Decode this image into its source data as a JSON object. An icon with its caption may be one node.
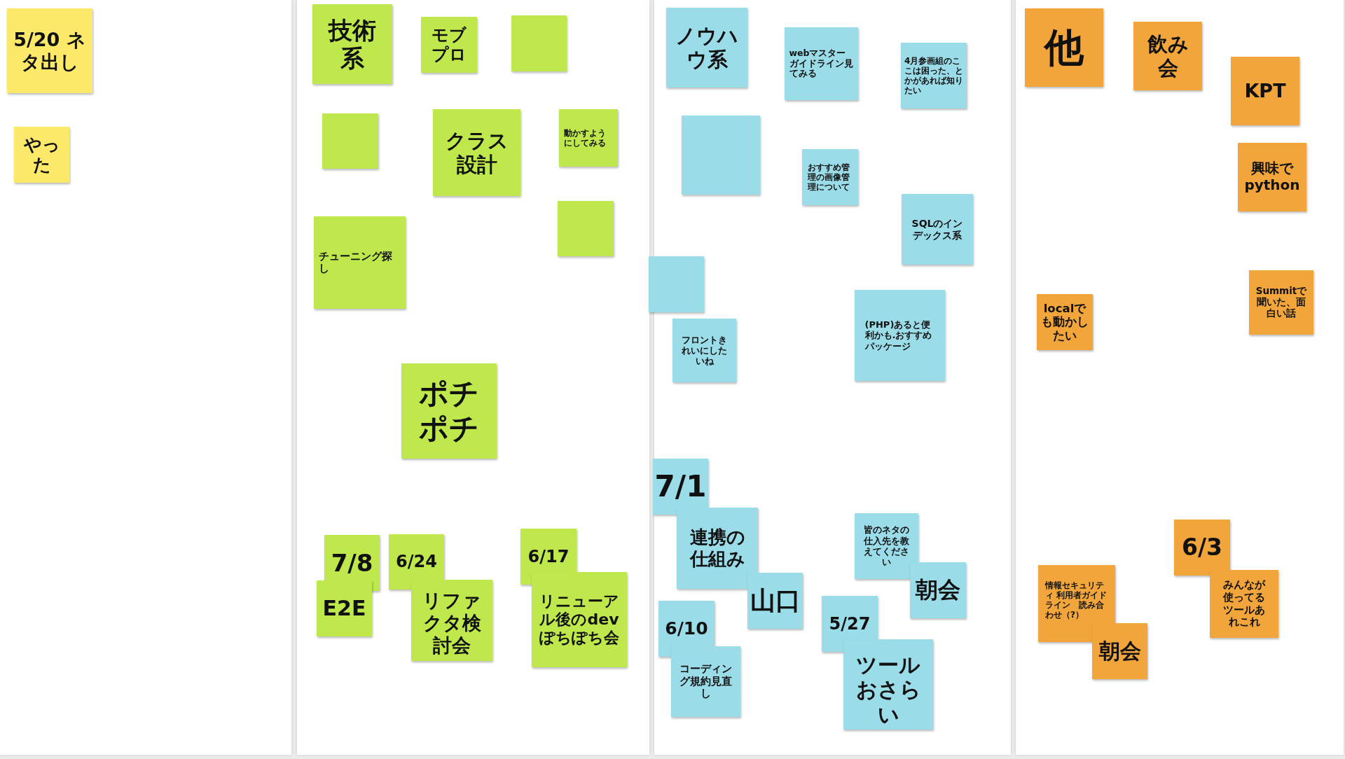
{
  "diagram": {
    "nodes": [
      {
        "text": [
          "5/20 ネタ出し"
        ]
      },
      {
        "text": [
          "やった"
        ]
      },
      {
        "text": [
          "技術系"
        ]
      },
      {
        "text": [
          "モブプロ"
        ]
      },
      {
        "text": [],
        "shape": "box"
      },
      {
        "text": [],
        "shape": "box"
      },
      {
        "text": [
          "クラス設計"
        ]
      },
      {
        "text": [
          "動かすようにしてみる"
        ]
      },
      {
        "text": [],
        "shape": "box"
      },
      {
        "text": [
          "チューニング探し"
        ]
      },
      {
        "text": [
          "ポチポチ"
        ]
      },
      {
        "text": [
          "7/8"
        ]
      },
      {
        "text": [
          "E2E"
        ]
      },
      {
        "text": [
          "6/24"
        ]
      },
      {
        "text": [
          "リファクタ検討会"
        ]
      },
      {
        "text": [
          "6/17"
        ]
      },
      {
        "text": [
          "リニューアル後のdevぽちぽち会"
        ]
      },
      {
        "text": [
          "ノウハウ系"
        ]
      },
      {
        "text": [
          "webマスターガイドライン見てみる"
        ]
      },
      {
        "text": [
          "4月参画組のここは困った、とかがあれば知りたい"
        ]
      },
      {
        "text": [],
        "shape": "box"
      },
      {
        "text": [
          "おすすめ管理の画像管理について"
        ]
      },
      {
        "text": [
          "SQLのインデックス系"
        ]
      },
      {
        "text": [],
        "shape": "box"
      },
      {
        "text": [
          "フロントきれいにしたいね"
        ]
      },
      {
        "text": [
          "(PHP)あると便利かも.おすすめパッケージ"
        ]
      },
      {
        "text": [
          "7/1"
        ]
      },
      {
        "text": [
          "連携の仕組み"
        ]
      },
      {
        "text": [
          "山口"
        ]
      },
      {
        "text": [
          "6/10"
        ]
      },
      {
        "text": [
          "コーディング規約見直し"
        ]
      },
      {
        "text": [
          "皆のネタの仕入先を教えてください"
        ]
      },
      {
        "text": [
          "朝会"
        ]
      },
      {
        "text": [
          "5/27"
        ]
      },
      {
        "text": [
          "ツールおさらい"
        ]
      },
      {
        "text": [
          "他"
        ]
      },
      {
        "text": [
          "飲み会"
        ]
      },
      {
        "text": [
          "KPT"
        ]
      },
      {
        "text": [
          "興味でpython"
        ]
      },
      {
        "text": [
          "localでも動かしたい"
        ]
      },
      {
        "text": [
          "Summitで聞いた、面白い話"
        ]
      },
      {
        "text": [
          "6/3"
        ]
      },
      {
        "text": [
          "みんなが使ってるツールあれこれ"
        ]
      },
      {
        "text": [
          "情報セキュリティ 利用者ガイドライン　読み合わせ（?）"
        ]
      },
      {
        "text": [
          "朝会"
        ]
      }
    ]
  }
}
